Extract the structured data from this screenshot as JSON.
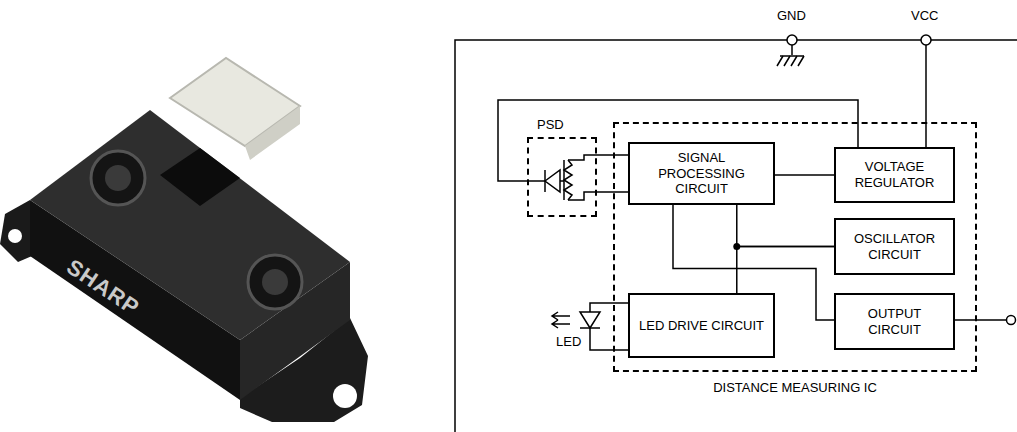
{
  "diagram": {
    "nodes": [
      {
        "text": [
          "DISTANCE MEASURING IC"
        ]
      },
      {
        "text": [
          "SIGNAL PROCESSING CIRCUIT"
        ],
        "in": 0
      },
      {
        "text": [
          "VOLTAGE REGULATOR"
        ],
        "in": 0
      },
      {
        "text": [
          "OSCILLATOR CIRCUIT"
        ],
        "in": 0
      },
      {
        "text": [
          "LED DRIVE CIRCUIT"
        ],
        "in": 0
      },
      {
        "text": [
          "OUTPUT CIRCUIT"
        ],
        "in": 0
      },
      {
        "text": [
          "PSD"
        ]
      }
    ],
    "edges": [
      {
        "from": 6,
        "to": 1,
        "arrow": "none"
      },
      {
        "from": 1,
        "to": 2,
        "arrow": "none"
      },
      {
        "from": 2,
        "to": 6,
        "arrow": "none"
      },
      {
        "from": 1,
        "to": 3,
        "arrow": "none"
      },
      {
        "from": 3,
        "to": 4,
        "arrow": "none"
      },
      {
        "from": 1,
        "to": 5,
        "arrow": "none"
      }
    ],
    "labels": [
      "SHARP",
      "GND",
      "VCC",
      "LED"
    ]
  }
}
